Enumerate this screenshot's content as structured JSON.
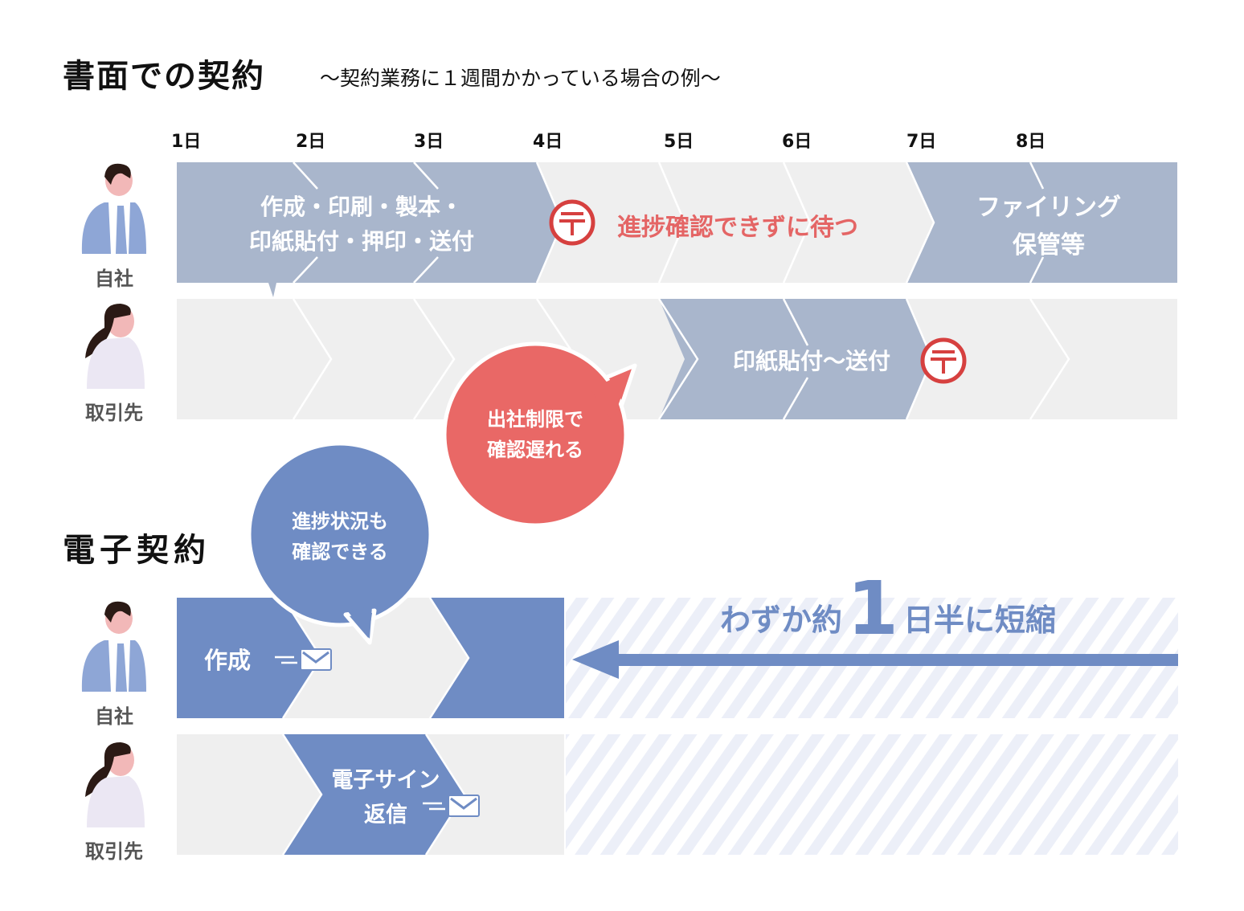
{
  "paper_section": {
    "title": "書面での契約",
    "subtitle": "～契約業務に１週間かかっている場合の例～",
    "days": [
      "1日",
      "2日",
      "3日",
      "4日",
      "5日",
      "6日",
      "7日",
      "8日"
    ],
    "own_company_label": "自社",
    "partner_label": "取引先",
    "own_lane": {
      "step1_line1": "作成・印刷・製本・",
      "step1_line2": "印紙貼付・押印・送付",
      "waiting_text": "進捗確認できずに待つ",
      "step3_line1": "ファイリング",
      "step3_line2": "保管等"
    },
    "partner_lane": {
      "step_text": "印紙貼付～送付"
    },
    "bubble": {
      "line1": "出社制限で",
      "line2": "確認遅れる"
    },
    "postal_icon_glyph": "〒"
  },
  "electronic_section": {
    "title": "電子契約",
    "own_company_label": "自社",
    "partner_label": "取引先",
    "own_lane": {
      "step_text": "作成"
    },
    "partner_lane": {
      "step_line1": "電子サイン",
      "step_line2": "返信"
    },
    "bubble": {
      "line1": "進捗状況も",
      "line2": "確認できる"
    },
    "result": {
      "prefix": "わずか約",
      "number": "1",
      "suffix": "日半に短縮"
    }
  },
  "colors": {
    "paper_blue": "#a9b6cc",
    "electronic_blue": "#6f8cc4",
    "lane_gray": "#efefef",
    "alert_red": "#e96866",
    "postal_red": "#d6403f",
    "stripe": "#eceff8"
  }
}
